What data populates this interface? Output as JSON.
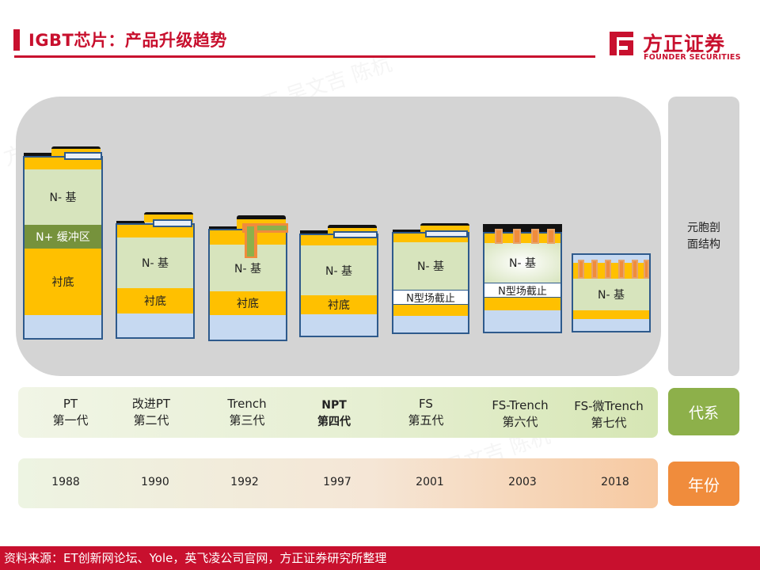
{
  "header": {
    "title": "IGBT芯片：产品升级趋势",
    "logo_cn": "方正证券",
    "logo_en": "FOUNDER SECURITIES"
  },
  "diagram": {
    "side_label_line1": "元胞剖",
    "side_label_line2": "面结构",
    "chips": [
      {
        "base": "N- 基",
        "buffer": "N+ 缓冲区",
        "substrate": "衬底"
      },
      {
        "base": "N- 基",
        "substrate": "衬底"
      },
      {
        "base": "N- 基",
        "substrate": "衬底"
      },
      {
        "base": "N- 基",
        "substrate": "衬底"
      },
      {
        "base": "N- 基",
        "stop": "N型场截止"
      },
      {
        "base": "N- 基",
        "stop": "N型场截止"
      },
      {
        "base": "N- 基"
      }
    ]
  },
  "generations": {
    "label": "代系",
    "items": [
      {
        "name": "PT",
        "gen": "第一代"
      },
      {
        "name": "改进PT",
        "gen": "第二代"
      },
      {
        "name": "Trench",
        "gen": "第三代"
      },
      {
        "name": "NPT",
        "gen": "第四代"
      },
      {
        "name": "FS",
        "gen": "第五代"
      },
      {
        "name": "FS-Trench",
        "gen": "第六代"
      },
      {
        "name": "FS-微Trench",
        "gen": "第七代"
      }
    ]
  },
  "years": {
    "label": "年份",
    "items": [
      "1988",
      "1990",
      "1992",
      "1997",
      "2001",
      "2003",
      "2018"
    ]
  },
  "footer": {
    "source": "资料来源：ET创新网论坛、Yole，英飞凌公司官网，方正证券研究所整理"
  },
  "colors": {
    "brand_red": "#c8102e",
    "n_base": "#d7e4bd",
    "n_plus": "#76923c",
    "substrate": "#ffc000",
    "collector": "#c6d9f1",
    "gate_orange": "#f08c3c",
    "gen_tag": "#8db04a",
    "year_tag": "#f08c3c"
  }
}
